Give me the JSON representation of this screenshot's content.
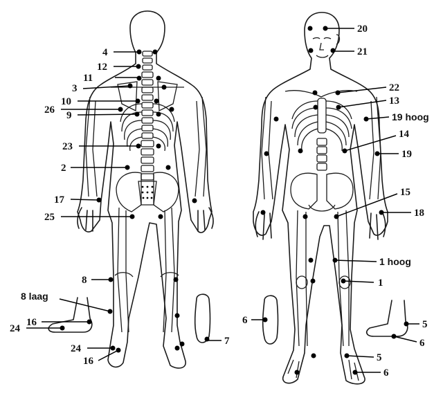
{
  "colors": {
    "ink": "#111111",
    "background": "#ffffff"
  },
  "labels": {
    "l4": "4",
    "l12": "12",
    "l11": "11",
    "l3": "3",
    "l10": "10",
    "l26": "26",
    "l9": "9",
    "l23": "23",
    "l2": "2",
    "l17": "17",
    "l25": "25",
    "l8": "8",
    "l8laag": "8 laag",
    "l16a": "16",
    "l24a": "24",
    "l24b": "24",
    "l16b": "16",
    "l7": "7",
    "l6a": "6",
    "l20": "20",
    "l21": "21",
    "l22": "22",
    "l13": "13",
    "l19hoog": "19 hoog",
    "l14": "14",
    "l19": "19",
    "l15": "15",
    "l18": "18",
    "l1hoog": "1 hoog",
    "l1": "1",
    "l5a": "5",
    "l6b": "6",
    "l5b": "5",
    "l6c": "6"
  }
}
